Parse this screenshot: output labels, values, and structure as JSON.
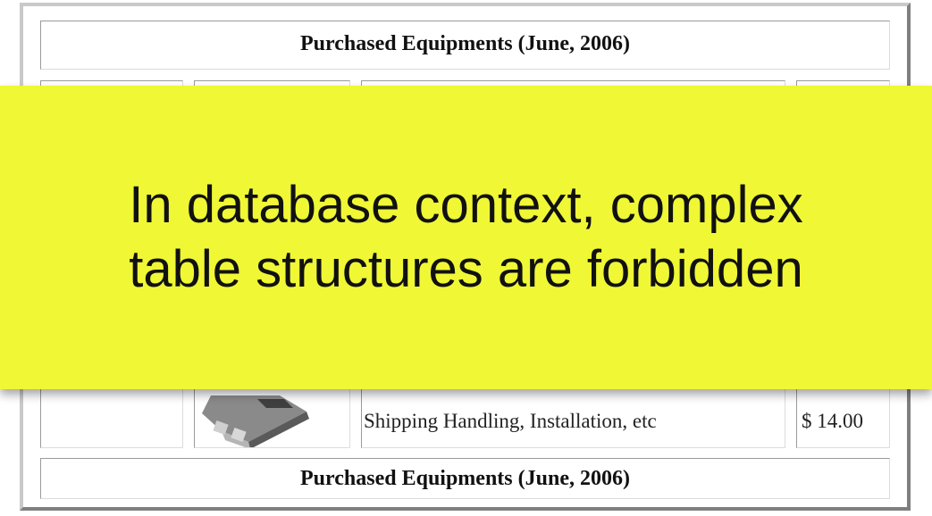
{
  "table": {
    "caption_top": "Purchased Equipments (June, 2006)",
    "caption_bottom": "Purchased Equipments (June, 2006)",
    "visible_row": {
      "description": "Shipping Handling, Installation, etc",
      "price": "$ 14.00",
      "image_icon": "computer-parts-icon"
    }
  },
  "callout": {
    "line1": "In database context, complex",
    "line2": "table structures are forbidden",
    "background": "#f0f735"
  }
}
